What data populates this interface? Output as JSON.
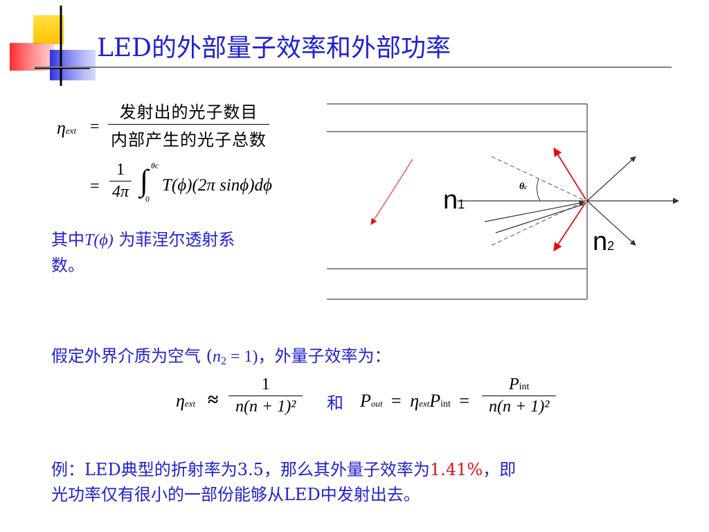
{
  "slide": {
    "title": "LED的外部量子效率和外部功率",
    "colors": {
      "title": "#1f1fd6",
      "body": "#1f1fd6",
      "highlight": "#e01010",
      "logo_yellow": "#ffd21a",
      "logo_red": "#ff3333",
      "logo_blue": "#2a2adf"
    }
  },
  "eq1": {
    "lhs_symbol": "η",
    "lhs_sub": "ext",
    "equals": "=",
    "numerator": "发射出的光子数目",
    "denominator": "内部产生的光子总数",
    "frac_num": "1",
    "frac_den": "4π",
    "integral_upper": "θc",
    "integral_lower": "0",
    "integrand": "T(ϕ)(2π sinϕ)dϕ"
  },
  "note": {
    "line1_prefix": "其中",
    "func": "T(ϕ)",
    "line1_suffix": " 为菲涅尔透射系",
    "line2": "数。"
  },
  "figure": {
    "label_n1": "n",
    "label_n1_sub": "1",
    "label_n2": "n",
    "label_n2_sub": "2",
    "angle_label": "θ",
    "angle_sub": "c"
  },
  "assume": {
    "prefix": "假定外界介质为空气 (",
    "var": "n",
    "var_sub": "2",
    "eq": " = 1)",
    "suffix": "，外量子效率为："
  },
  "eq2": {
    "lhs": "η",
    "lhs_sub": "ext",
    "approx": "≈",
    "num": "1",
    "den": "n(n + 1)²",
    "connector": "和",
    "pout": "P",
    "pout_sub": "out",
    "eq_a": "=",
    "eta": "η",
    "eta_sub": "ext",
    "pint": "P",
    "pint_sub": "int",
    "eq_b": "=",
    "num2": "P",
    "num2_sub": "int",
    "den2": "n(n + 1)²"
  },
  "example": {
    "line1_a": "例：LED典型的折射率为3.5，那么其外量子效率为",
    "value": "1.41%",
    "line1_b": "，即",
    "line2": "光功率仅有很小的一部份能够从LED中发射出去。"
  }
}
